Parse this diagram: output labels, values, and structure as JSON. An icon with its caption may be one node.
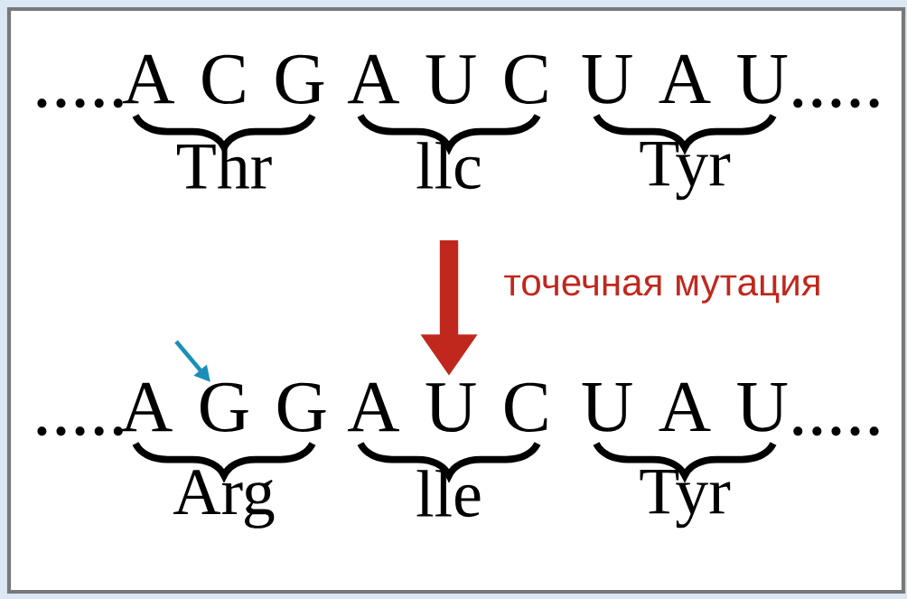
{
  "diagram": {
    "nodes": [
      {
        "text": [
          "A C G",
          "Thr"
        ]
      },
      {
        "text": [
          "A U C",
          "llc"
        ]
      },
      {
        "text": [
          "U A U",
          "Tyr"
        ]
      },
      {
        "text": [
          "A G G",
          "Arg"
        ]
      },
      {
        "text": [
          "A U C",
          "lle"
        ]
      },
      {
        "text": [
          "U A U",
          "Tyr"
        ]
      }
    ],
    "edges": [
      {
        "from": 1,
        "to": 4,
        "arrow": "to",
        "label": "точечная мутация",
        "style": "thick",
        "color": "#c0281e"
      },
      {
        "from": null,
        "to": 3,
        "arrow": "to",
        "color": "#1a8fb8"
      }
    ],
    "labels": [
      ".....",
      ".....",
      ".....",
      "....."
    ]
  }
}
